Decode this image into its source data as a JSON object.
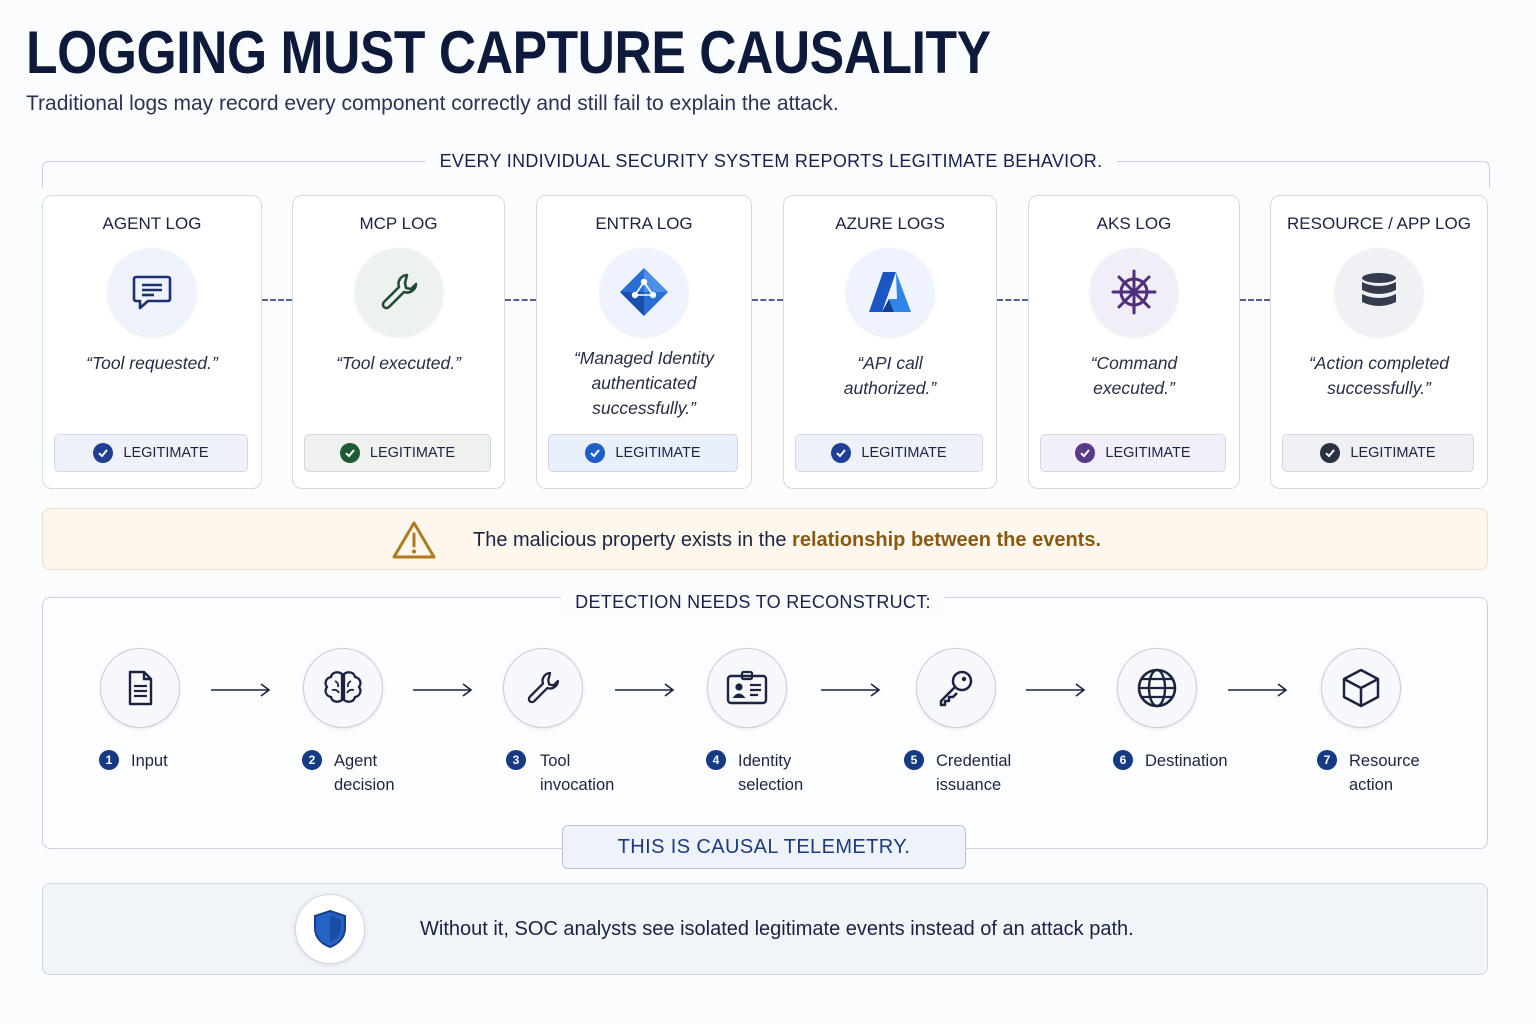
{
  "header": {
    "title": "LOGGING MUST CAPTURE CAUSALITY",
    "subtitle": "Traditional logs may record every component correctly and still fail to explain the attack."
  },
  "systems": {
    "heading": "EVERY INDIVIDUAL SECURITY SYSTEM REPORTS LEGITIMATE BEHAVIOR.",
    "cards": [
      {
        "title": "AGENT LOG",
        "icon": "chat-icon",
        "quote": "“Tool requested.”",
        "badge": "LEGITIMATE",
        "accent": "#1f3f8f"
      },
      {
        "title": "MCP LOG",
        "icon": "wrench-icon",
        "quote": "“Tool executed.”",
        "badge": "LEGITIMATE",
        "accent": "#1f5a34"
      },
      {
        "title": "ENTRA LOG",
        "icon": "entra-icon",
        "quote": "“Managed Identity\nauthenticated\nsuccessfully.”",
        "badge": "LEGITIMATE",
        "accent": "#1f5fc8"
      },
      {
        "title": "AZURE LOGS",
        "icon": "azure-icon",
        "quote": "“API call\nauthorized.”",
        "badge": "LEGITIMATE",
        "accent": "#1d3f96"
      },
      {
        "title": "AKS LOG",
        "icon": "helm-icon",
        "quote": "“Command\nexecuted.”",
        "badge": "LEGITIMATE",
        "accent": "#5a3a86"
      },
      {
        "title": "RESOURCE / APP LOG",
        "icon": "database-icon",
        "quote": "“Action completed\nsuccessfully.”",
        "badge": "LEGITIMATE",
        "accent": "#2a3140"
      }
    ]
  },
  "warning": {
    "icon": "warning-icon",
    "text_before": "The malicious property exists in the ",
    "text_highlight": "relationship between the events."
  },
  "detection": {
    "heading": "DETECTION NEEDS TO RECONSTRUCT:",
    "steps": [
      {
        "num": "1",
        "label": "Input",
        "icon": "document-icon"
      },
      {
        "num": "2",
        "label": "Agent\ndecision",
        "icon": "brain-icon"
      },
      {
        "num": "3",
        "label": "Tool\ninvocation",
        "icon": "wrench-icon"
      },
      {
        "num": "4",
        "label": "Identity\nselection",
        "icon": "id-card-icon"
      },
      {
        "num": "5",
        "label": "Credential\nissuance",
        "icon": "key-icon"
      },
      {
        "num": "6",
        "label": "Destination",
        "icon": "globe-icon"
      },
      {
        "num": "7",
        "label": "Resource\naction",
        "icon": "cube-icon"
      }
    ],
    "callout": "THIS IS CAUSAL TELEMETRY."
  },
  "footer": {
    "icon": "shield-icon",
    "text": "Without it, SOC analysts see isolated legitimate events instead of an attack path."
  }
}
